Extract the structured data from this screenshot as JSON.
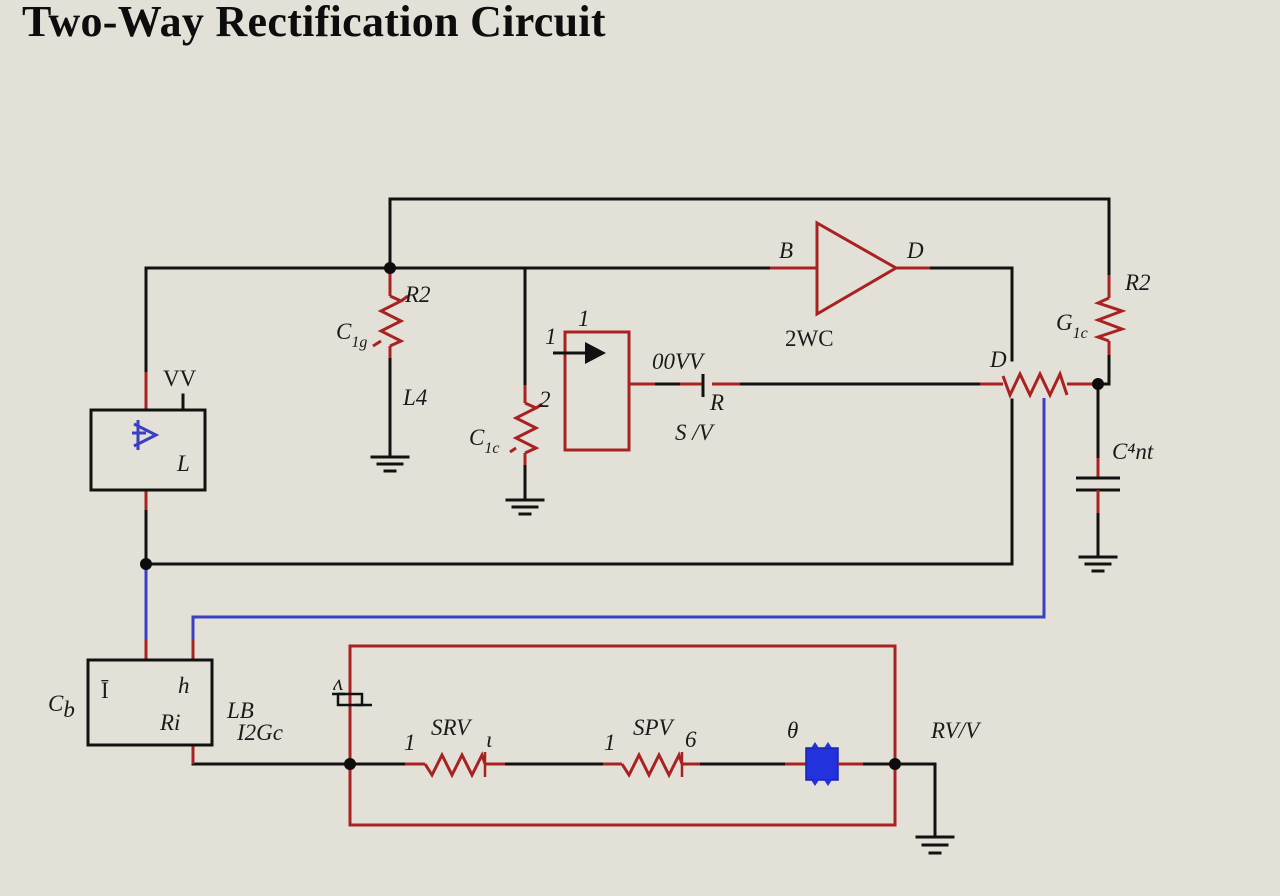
{
  "title": "Two-Way Rectification Circuit",
  "colors": {
    "background": "#e3e1d7",
    "wire": "#111111",
    "component": "#a82222",
    "signal_wire": "#3a3fc4",
    "ic_fill": "#2233dd"
  },
  "components": {
    "source_block": {
      "top_label": "VV",
      "inner_label": "L",
      "icon": "diode-symbol-icon"
    },
    "resistor_r2_left": {
      "label": "R2",
      "side_label_main": "C",
      "side_label_sub": "1g",
      "below_label": "L4"
    },
    "resistor_c1c": {
      "pin_label": "2",
      "side_label_main": "C",
      "side_label_sub": "1c"
    },
    "switch_block": {
      "pin_left": "1",
      "pin_top": "1",
      "icon": "arrow-right-icon"
    },
    "battery": {
      "top_label": "00VV",
      "side_label": "R",
      "below_label": "S /V"
    },
    "amplifier": {
      "input_label": "B",
      "output_label": "D",
      "below_label": "2WC"
    },
    "potentiometer": {
      "label": "D"
    },
    "resistor_r2_right": {
      "label": "R2",
      "side_label_main": "G",
      "side_label_sub": "1c"
    },
    "capacitor": {
      "label": "C⁴nt"
    },
    "lower_block": {
      "side_label_main": "C",
      "side_label_sub": "b",
      "symbol": "Ī",
      "label_h": "h",
      "label_ri": "Ri",
      "right_label_1": "LB",
      "right_label_2": "I2Gc"
    },
    "relay_contact": {
      "label": "ʌ"
    },
    "resistor_srv": {
      "pin_left": "1",
      "label": "SRV",
      "pin_right": "ɩ"
    },
    "resistor_spv": {
      "pin_left": "1",
      "label": "SPV",
      "pin_right": "6"
    },
    "ic_chip": {
      "label": "θ"
    },
    "output_node": {
      "label": "RV/V"
    }
  }
}
